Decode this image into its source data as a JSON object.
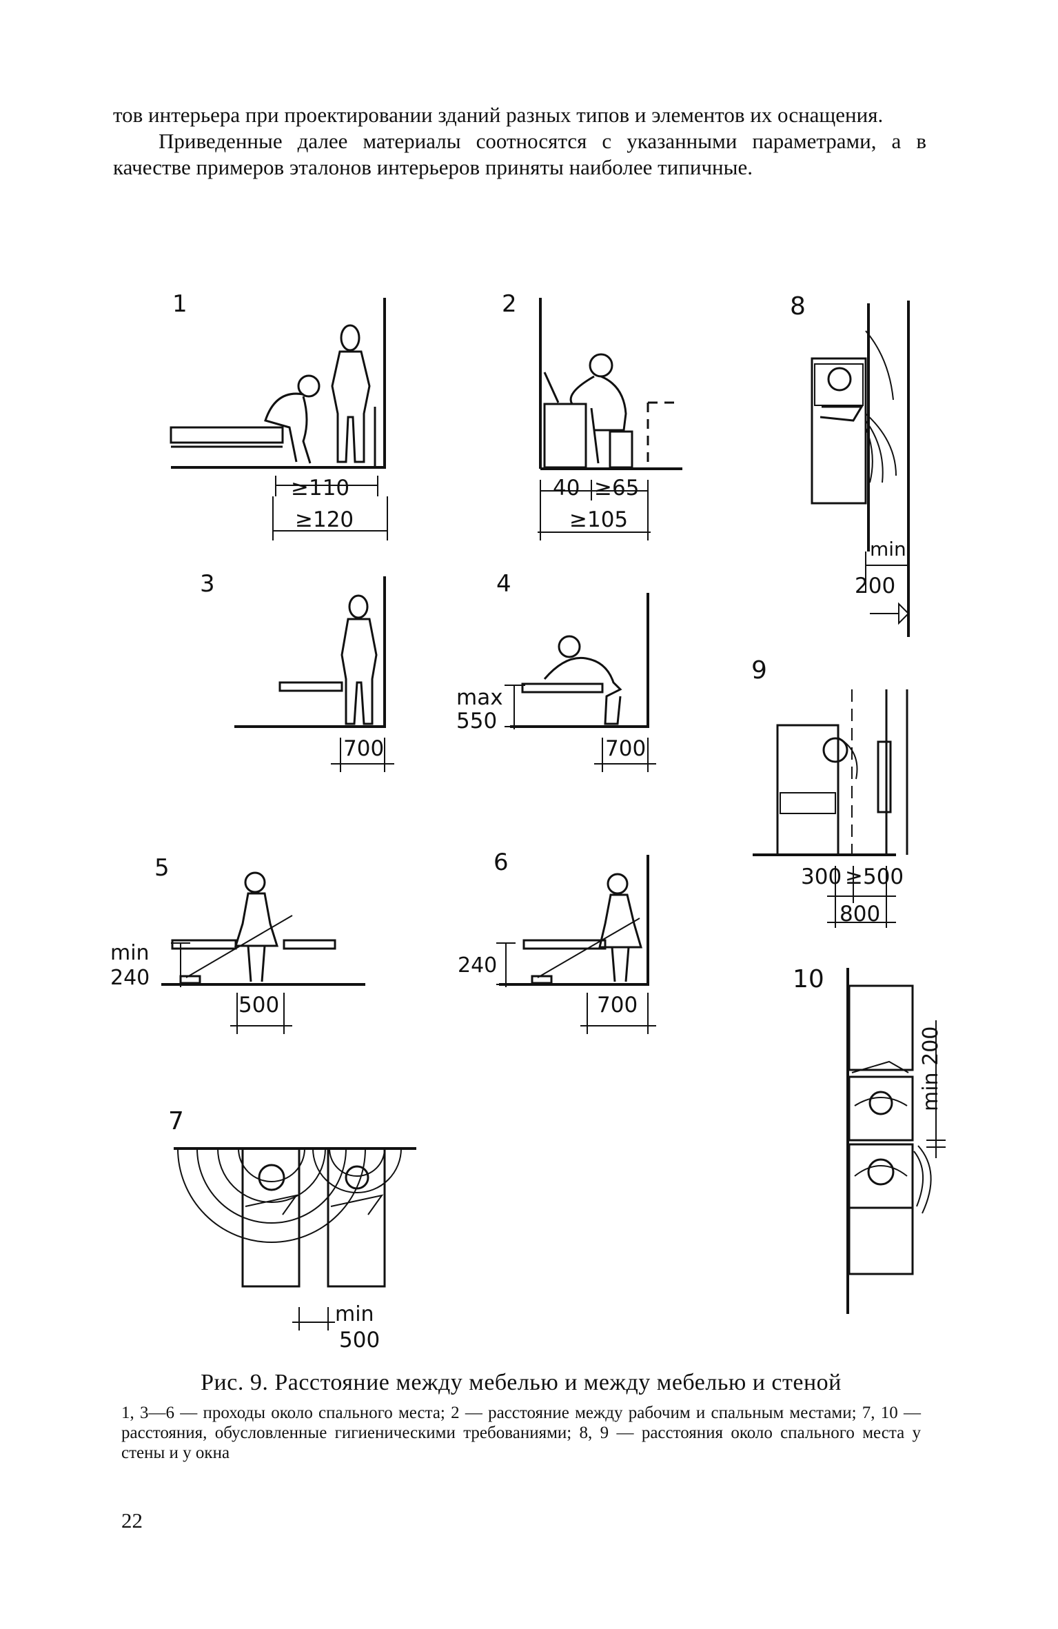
{
  "intro": {
    "p1": "тов интерьера при проектировании зданий разных типов и элементов их оснащения.",
    "p2": "Приведенные далее материалы соотносятся с указанными параметрами, а в качестве примеров эталонов интерьеров приняты наиболее типичные."
  },
  "panels": {
    "p1": {
      "number": "1",
      "dim_top": "≥110",
      "dim_bottom": "≥120"
    },
    "p2": {
      "number": "2",
      "dim_a": "40",
      "dim_b": "≥65",
      "dim_total": "≥105"
    },
    "p3": {
      "number": "3",
      "dim": "700"
    },
    "p4": {
      "number": "4",
      "height_top": "max",
      "height_bottom": "550",
      "dim": "700"
    },
    "p5": {
      "number": "5",
      "height_top": "min",
      "height_bottom": "240",
      "dim": "500"
    },
    "p6": {
      "number": "6",
      "height": "240",
      "dim": "700"
    },
    "p7": {
      "number": "7",
      "dim_top": "min",
      "dim_bottom": "500"
    },
    "p8": {
      "number": "8",
      "dim_top": "min",
      "dim_bottom": "200"
    },
    "p9": {
      "number": "9",
      "dim_a": "300",
      "dim_b": "≥500",
      "dim_total": "800"
    },
    "p10": {
      "number": "10",
      "dim": "min 200"
    }
  },
  "caption": {
    "title": "Рис. 9. Расстояние между мебелью и между мебелью и стеной",
    "text": "1, 3—6 — проходы около спального места; 2 — расстояние между рабочим и спальным местами; 7, 10 — расстояния, обусловленные гигиеническими требованиями; 8, 9 — расстояния около спального места у стены и у окна"
  },
  "page_number": "22"
}
